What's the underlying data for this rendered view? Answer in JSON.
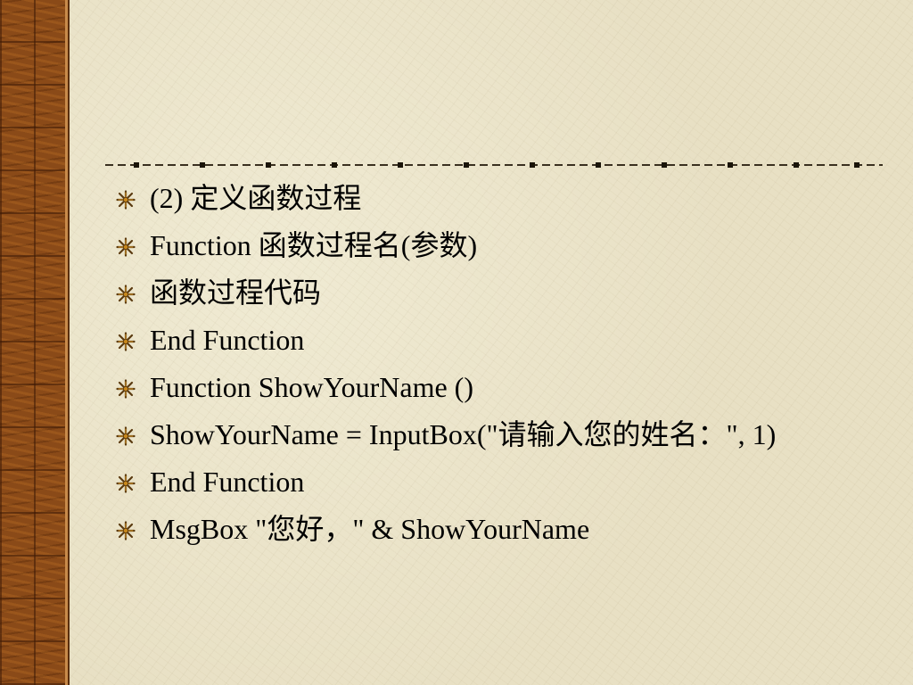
{
  "slide": {
    "bullet_icon": "asterisk-star-icon",
    "colors": {
      "background": "#e8e0c4",
      "side_strip": "#8a4a18",
      "bullet_gold": "#c8881c",
      "bullet_dark": "#5a3a10",
      "text": "#000000"
    },
    "items": [
      {
        "text": "(2) 定义函数过程"
      },
      {
        "text": "Function 函数过程名(参数)"
      },
      {
        "text": "函数过程代码"
      },
      {
        "text": "End Function"
      },
      {
        "text": "Function ShowYourName ()"
      },
      {
        "text": "ShowYourName = InputBox(\"请输入您的姓名：\", 1)"
      },
      {
        "text": "End Function"
      },
      {
        "text": "MsgBox \"您好，\" & ShowYourName"
      }
    ]
  }
}
